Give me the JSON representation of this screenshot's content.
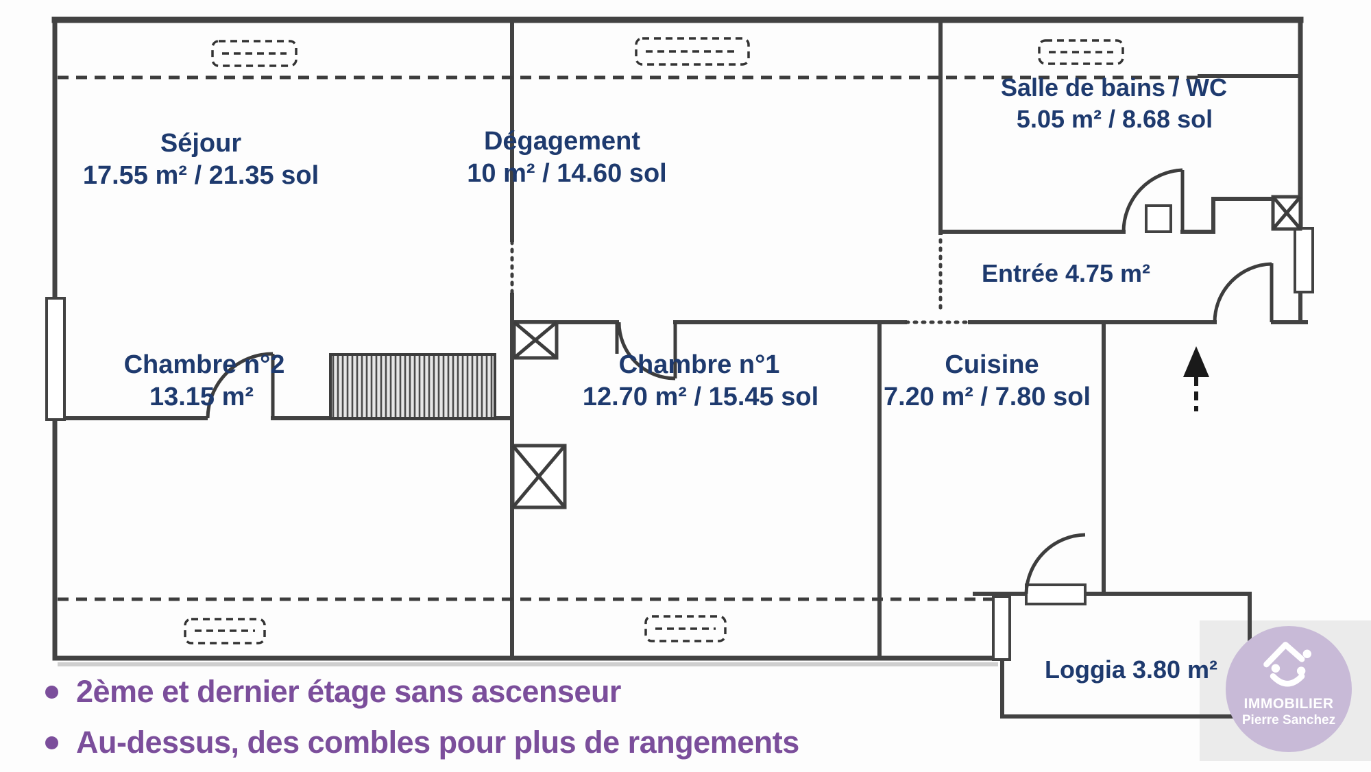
{
  "plan": {
    "rooms": {
      "sejour": {
        "name": "Séjour",
        "area": "17.55 m² / 21.35 sol"
      },
      "degagement": {
        "name": "Dégagement",
        "area": "10 m² / 14.60 sol"
      },
      "bathroom": {
        "name": "Salle de bains / WC",
        "area": "5.05 m² / 8.68 sol"
      },
      "entree": {
        "name": "Entrée 4.75 m²"
      },
      "chambre2": {
        "name": "Chambre n°2",
        "area": "13.15 m²"
      },
      "chambre1": {
        "name": "Chambre n°1",
        "area": "12.70 m² / 15.45 sol"
      },
      "cuisine": {
        "name": "Cuisine",
        "area": "7.20 m² / 7.80 sol"
      },
      "loggia": {
        "name": "Loggia 3.80 m²"
      }
    }
  },
  "notes": {
    "items": [
      "2ème et dernier étage sans ascenseur",
      "Au-dessus, des combles pour plus de rangements"
    ]
  },
  "logo": {
    "line1": "IMMOBILIER",
    "line2": "Pierre Sanchez"
  },
  "colors": {
    "wall": "#424242",
    "label": "#1e3a6e",
    "accent_purple": "#7b4e9b",
    "logo_circle": "#c8bad7",
    "watermark": "#ebebeb"
  }
}
